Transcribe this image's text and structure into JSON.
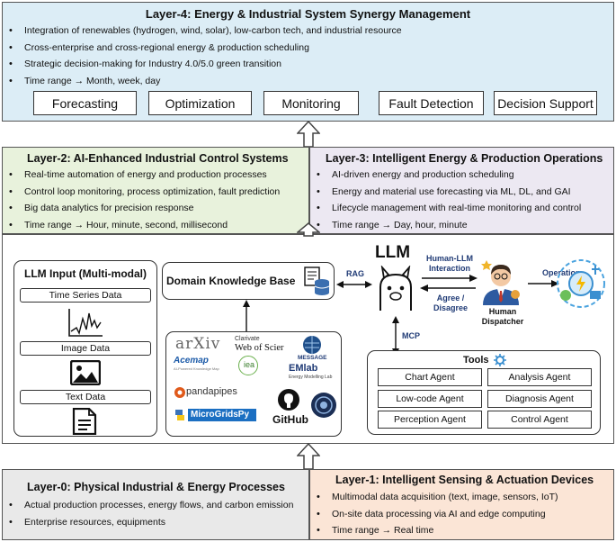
{
  "layer4": {
    "title": "Layer-4: Energy & Industrial System Synergy Management",
    "bullets": [
      "Integration of renewables (hydrogen, wind, solar), low-carbon tech, and industrial resource",
      "Cross-enterprise and cross-regional energy & production scheduling",
      "Strategic decision-making for Industry 4.0/5.0 green transition",
      "Time range → Month, week, day"
    ],
    "functions": [
      "Forecasting",
      "Optimization",
      "Monitoring",
      "Fault Detection",
      "Decision Support"
    ]
  },
  "layer2": {
    "title": "Layer-2: AI-Enhanced Industrial Control Systems",
    "bullets": [
      "Real-time automation of energy and production processes",
      "Control loop monitoring, process optimization, fault prediction",
      "Big data analytics for precision response",
      "Time range → Hour, minute, second, millisecond"
    ]
  },
  "layer3": {
    "title": "Layer-3: Intelligent Energy & Production Operations",
    "bullets": [
      "AI-driven energy and production scheduling",
      "Energy and material use forecasting via ML, DL, and GAI",
      "Lifecycle management with real-time monitoring and control",
      "Time range → Day, hour, minute"
    ]
  },
  "core": {
    "llm_input": {
      "title": "LLM Input (Multi-modal)",
      "items": [
        "Time Series Data",
        "Image Data",
        "Text Data"
      ]
    },
    "knowledge_base": {
      "title": "Domain Knowledge Base"
    },
    "logos": {
      "arxiv": "arXiv",
      "clarivate": "Clarivate",
      "wos": "Web of Scier",
      "acemap": "Acemap",
      "acemap_sub": "AI-Powered Knowledge Map",
      "iea": "iea",
      "message": "MESSAGE",
      "emlab": "EMlab",
      "emlab_sub": "Energy Modelling Lab",
      "pandapipes": "pandapipes",
      "microgridspy": "MicroGridsPy",
      "github": "GitHub"
    },
    "rag_label": "RAG",
    "llm_label": "LLM",
    "interaction_label": "Human-LLM Interaction",
    "agree_label": "Agree / Disagree",
    "human_label": "Human Dispatcher",
    "operation_label": "Operation",
    "mcp_label": "MCP",
    "tools": {
      "title": "Tools",
      "agents": [
        "Chart Agent",
        "Analysis Agent",
        "Low-code Agent",
        "Diagnosis Agent",
        "Perception Agent",
        "Control Agent"
      ]
    }
  },
  "layer0": {
    "title": "Layer-0: Physical Industrial & Energy Processes",
    "bullets": [
      "Actual production processes, energy flows, and carbon emission",
      "Enterprise resources, equipments"
    ]
  },
  "layer1": {
    "title": "Layer-1: Intelligent Sensing & Actuation Devices",
    "bullets": [
      "Multimodal data acquisition (text, image, sensors, IoT)",
      "On-site data processing via AI and edge computing",
      "Time range → Real time"
    ]
  },
  "colors": {
    "layer4_bg": "#dcedf6",
    "layer2_bg": "#e8f2dc",
    "layer3_bg": "#ece8f2",
    "layer0_bg": "#e9e9e9",
    "layer1_bg": "#fbe5d6",
    "label_blue": "#1f3a75"
  }
}
